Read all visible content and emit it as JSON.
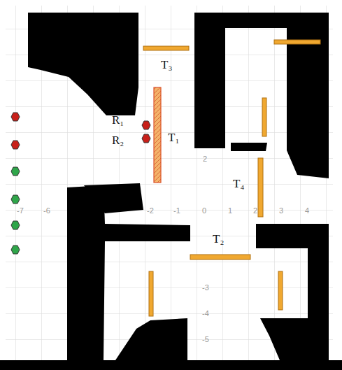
{
  "diagram": {
    "labels": [
      "T₃",
      "R₁",
      "R₂",
      "T₁",
      "T₄",
      "T₂",
      "-7",
      "-6",
      "-2",
      "-1",
      "0",
      "1",
      "2",
      "3",
      "4",
      "2",
      "-3",
      "-4",
      "-5"
    ]
  }
}
